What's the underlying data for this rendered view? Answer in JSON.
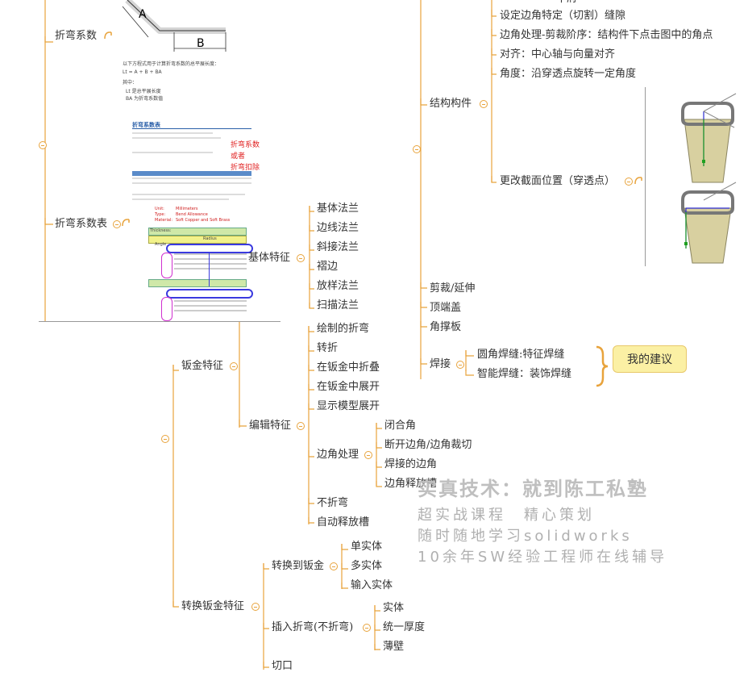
{
  "colors": {
    "connector": "#e8a33c",
    "callout_bg": "#fbf0a4",
    "callout_border": "#e8c86a"
  },
  "top_clipped": "中府",
  "left_nodes": {
    "bend_factor": "折弯系数",
    "bend_table": "折弯系数表"
  },
  "bend_image": {
    "label_a": "A",
    "label_b": "B",
    "formula_intro": "以下方程式用于计算折弯系数的总平展长度：",
    "formula": "Lt = A + B + BA",
    "where": "其中：",
    "bullets": [
      "Lt 是总平展长度",
      "BA 为折弯系数值"
    ]
  },
  "table_image": {
    "heading": "折弯系数表",
    "tags": [
      "折弯系数",
      "或者",
      "折弯扣除"
    ],
    "unit_label": "Unit:",
    "unit_value": "Millimeters",
    "type_label": "Type:",
    "type_value": "Bend Allowance",
    "material_label": "Material:",
    "material_value": "Soft Copper and Soft Brass",
    "thickness_label": "Thickness:",
    "radius_label": "Radius",
    "angle_label": "Angle"
  },
  "structure": {
    "top_items": [
      "设定边角特定（切割）缝隙",
      "边角处理-剪裁阶序：结构件下点击图中的角点",
      "对齐：中心轴与向量对齐",
      "角度：沿穿透点旋转一定角度"
    ],
    "member": "结构构件",
    "change_profile": "更改截面位置（穿透点）",
    "others": [
      "剪裁/延伸",
      "顶端盖",
      "角撑板"
    ],
    "weld": "焊接",
    "weld_items": [
      "圆角焊缝:特征焊缝",
      "智能焊缝：装饰焊缝"
    ],
    "suggestion": "我的建议"
  },
  "sheet_metal": {
    "label": "钣金特征",
    "basic": {
      "label": "基体特征",
      "items": [
        "基体法兰",
        "边线法兰",
        "斜接法兰",
        "褶边",
        "放样法兰",
        "扫描法兰"
      ]
    },
    "edit": {
      "label": "编辑特征",
      "items_a": [
        "绘制的折弯",
        "转折",
        "在钣金中折叠",
        "在钣金中展开",
        "显示模型展开"
      ],
      "corner": {
        "label": "边角处理",
        "items": [
          "闭合角",
          "断开边角/边角裁切",
          "焊接的边角",
          "边角释放槽"
        ]
      },
      "items_b": [
        "不折弯",
        "自动释放槽"
      ]
    }
  },
  "convert": {
    "label": "转换钣金特征",
    "to_sheet": {
      "label": "转换到钣金",
      "items": [
        "单实体",
        "多实体",
        "输入实体"
      ]
    },
    "insert_bends": {
      "label": "插入折弯(不折弯)",
      "items": [
        "实体",
        "统一厚度",
        "薄壁"
      ]
    },
    "cut": "切口"
  },
  "watermark": {
    "title": "实真技术：就到陈工私塾",
    "lines": [
      "超实战课程　精心策划",
      "随时随地学习solidworks",
      "10余年SW经验工程师在线辅导"
    ]
  }
}
